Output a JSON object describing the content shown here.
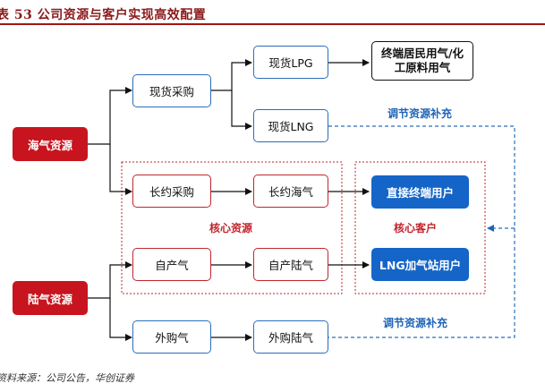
{
  "title": "表 53 公司资源与客户实现高效配置",
  "sources": {
    "sea_gas": "海气资源",
    "land_gas": "陆气资源"
  },
  "nodes": {
    "spot_purchase": "现货采购",
    "spot_lpg": "现货LPG",
    "spot_lng": "现货LNG",
    "end_users": "终端居民用气/化工原料用气",
    "long_term_purchase": "长约采购",
    "long_term_sea_gas": "长约海气",
    "self_produced_gas": "自产气",
    "self_produced_land_gas": "自产陆气",
    "purchased_gas": "外购气",
    "purchased_land_gas": "外购陆气",
    "direct_end_users": "直接终端用户",
    "lng_station_users": "LNG加气站用户"
  },
  "labels": {
    "core_resources": "核心资源",
    "core_customers": "核心客户",
    "adjust_top": "调节资源补充",
    "adjust_bottom": "调节资源补充"
  },
  "source_note": "资料来源：公司公告，华创证券",
  "colors": {
    "dark_red": "#c8141e",
    "blue": "#1565c8",
    "title_red": "#8b1a1a"
  }
}
